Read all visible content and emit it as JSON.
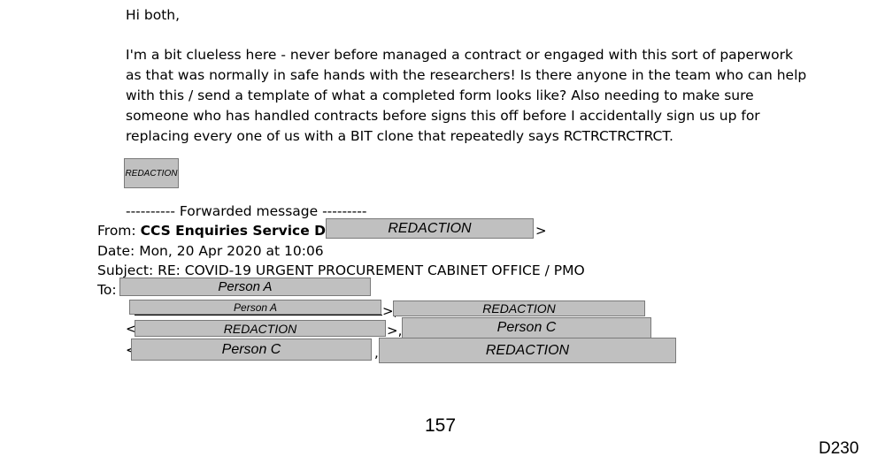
{
  "email": {
    "greeting": "Hi both,",
    "body_lines": [
      "I'm a bit clueless here - never before managed a contract or engaged with this sort of paperwork",
      "as that was normally in safe hands with the researchers! Is there anyone in the team who can help",
      "with this / send a template of what a completed form looks like? Also needing to make sure",
      "someone who has handled contracts before signs this off before I accidentally sign us up for",
      "replacing every one of us with a BIT clone that repeatedly says RCTRCTRCTRCT."
    ],
    "signature_redaction": "REDACTION"
  },
  "forwarded": {
    "separator": "---------- Forwarded message ---------",
    "from_label": "From:",
    "from_name": "CCS Enquiries Service Desk",
    "from_redaction": "REDACTION",
    "from_close": ">",
    "date_line": "Date: Mon, 20 Apr 2020 at 10:06",
    "subject_line": "Subject: RE: COVID-19 URGENT PROCUREMENT CABINET OFFICE / PMO",
    "to_label": "To:",
    "recipients": {
      "r1": "Person A",
      "r2": "Person A",
      "r2_sep": ">,",
      "r3": "REDACTION",
      "r4_open": "<",
      "r4": "REDACTION",
      "r4_sep": ">,",
      "r5": "Person C",
      "r6_open": "<",
      "r6": "Person C",
      "r6_sep": ",",
      "r7": "REDACTION"
    }
  },
  "footer": {
    "page_number": "157",
    "doc_ref": "D230"
  }
}
